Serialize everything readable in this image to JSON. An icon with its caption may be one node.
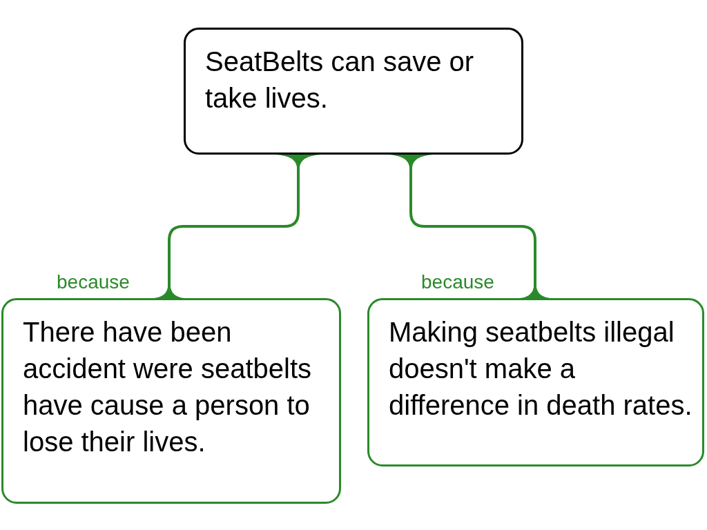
{
  "diagram": {
    "nodes": [
      {
        "text": [
          "SeatBelts can save or take lives."
        ]
      },
      {
        "text": [
          "There have been accident were seatbelts have cause a person to lose their lives."
        ]
      },
      {
        "text": [
          "Making seatbelts illegal doesn't make a difference in death rates."
        ]
      }
    ],
    "edges": [
      {
        "from": 1,
        "to": 0,
        "arrow": "none",
        "label": "because",
        "color": "#2a8a2a"
      },
      {
        "from": 2,
        "to": 0,
        "arrow": "none",
        "label": "because",
        "color": "#2a8a2a"
      }
    ]
  }
}
